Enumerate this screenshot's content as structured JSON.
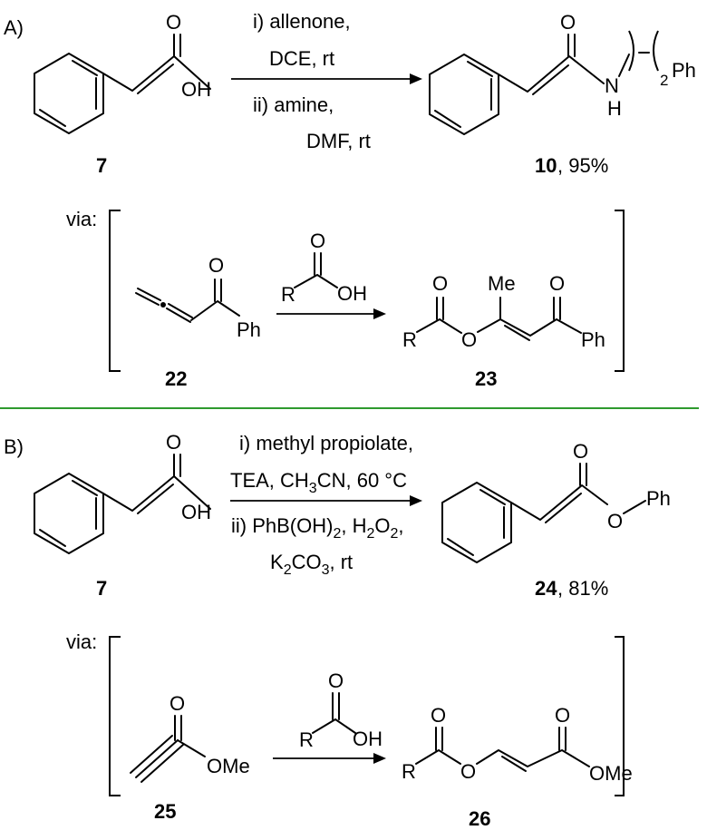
{
  "panel_a": {
    "label": "A)",
    "cond1_l1": "i) allenone,",
    "cond1_l2": "DCE, rt",
    "cond2_l1": "ii) amine,",
    "cond2_l2": "DMF, rt",
    "start_num": "7",
    "prod_num": "10",
    "prod_yield": ", 95%",
    "via": "via:",
    "int1_num": "22",
    "int2_num": "23"
  },
  "panel_b": {
    "label": "B)",
    "cond1_l1": "i) methyl propiolate,",
    "cond1_l2_a": "TEA, CH",
    "cond1_l2_sub": "3",
    "cond1_l2_b": "CN, 60 °C",
    "cond2_l1_a": "ii) PhB(OH)",
    "cond2_l1_sub1": "2",
    "cond2_l1_b": ", H",
    "cond2_l1_sub2": "2",
    "cond2_l1_c": "O",
    "cond2_l1_sub3": "2",
    "cond2_l1_d": ",",
    "cond2_l2_a": "K",
    "cond2_l2_sub1": "2",
    "cond2_l2_b": "CO",
    "cond2_l2_sub2": "3",
    "cond2_l2_c": ", rt",
    "start_num": "7",
    "prod_num": "24",
    "prod_yield": ", 81%",
    "via": "via:",
    "int1_num": "25",
    "int2_num": "26"
  },
  "atoms": {
    "O": "O",
    "OH": "OH",
    "N": "N",
    "H": "H",
    "Ph": "Ph",
    "two": "2",
    "R": "R",
    "Me": "Me",
    "OMe": "OMe"
  },
  "colors": {
    "separator": "#2e9a2e",
    "ink": "#000000"
  }
}
